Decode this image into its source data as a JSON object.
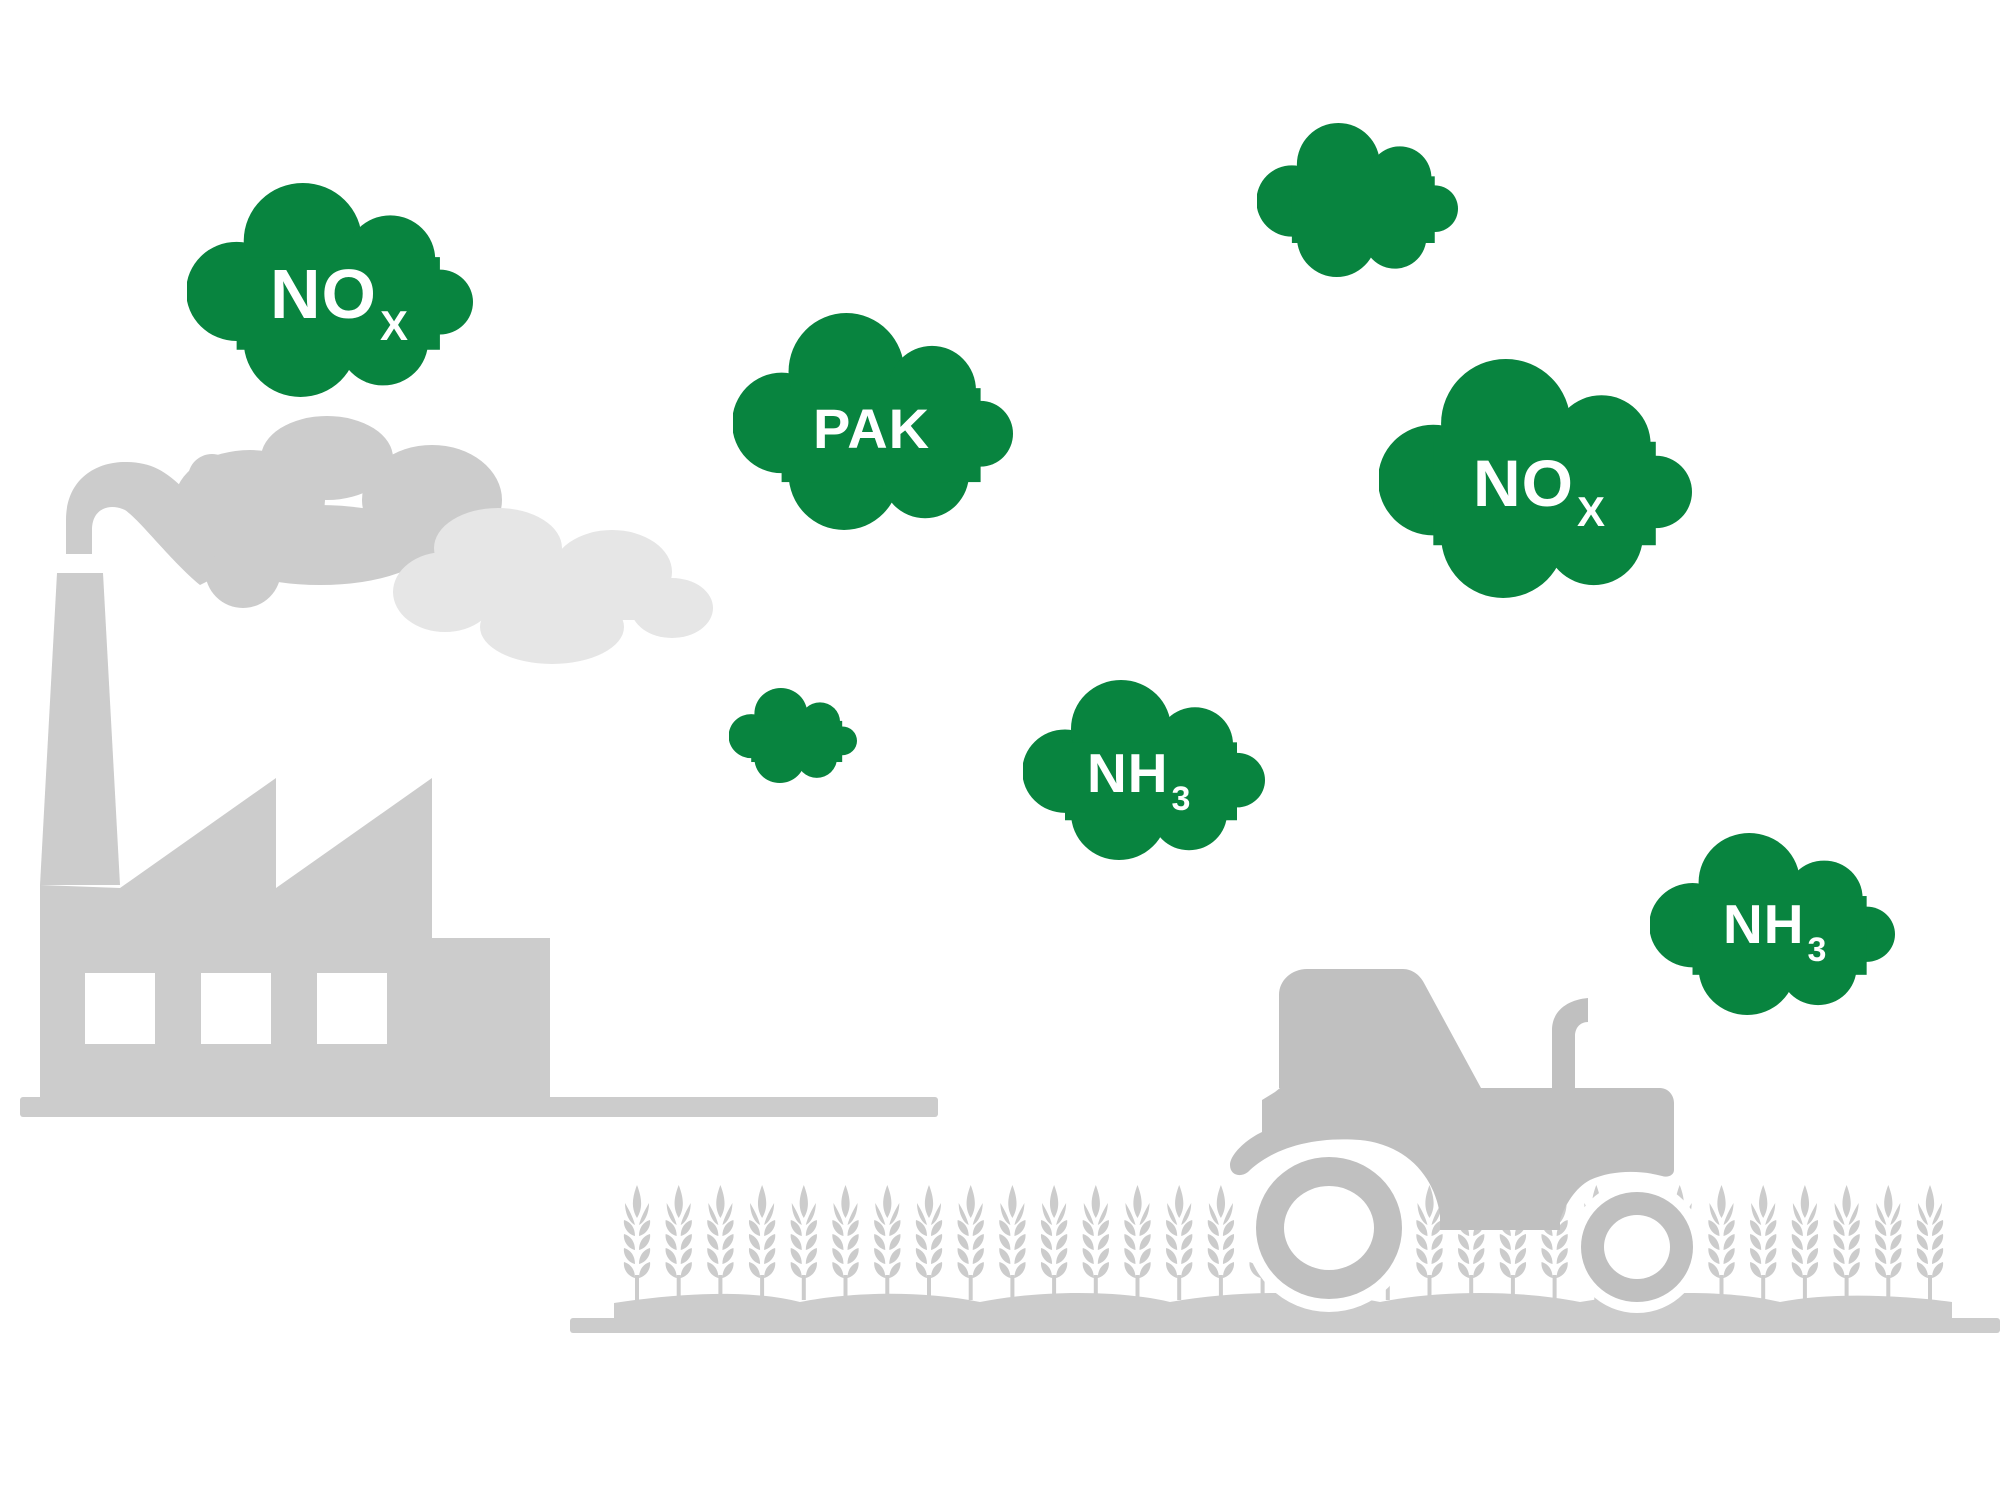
{
  "colors": {
    "cloud_green": "#08843f",
    "label_white": "#ffffff",
    "factory_gray": "#cccccc",
    "smoke_dark": "#cccccc",
    "smoke_light": "#e6e6e6",
    "tractor_gray": "#c0c0c0",
    "wheat_gray": "#cccccc",
    "background": "#ffffff"
  },
  "illustration": {
    "factory": {
      "windows": 3,
      "roof_sawteeth": 2,
      "has_chimney": true
    },
    "tractor": {
      "wheels": 2,
      "has_exhaust_pipe": true
    },
    "wheat_field": {
      "stalk_count": 32
    }
  },
  "clouds": [
    {
      "id": "nox-left",
      "label_main": "NO",
      "label_sub": "X",
      "has_label": true
    },
    {
      "id": "unlabeled-top",
      "label_main": "",
      "label_sub": "",
      "has_label": false
    },
    {
      "id": "pak",
      "label_main": "PAK",
      "label_sub": "",
      "has_label": true
    },
    {
      "id": "nox-right",
      "label_main": "NO",
      "label_sub": "X",
      "has_label": true
    },
    {
      "id": "unlabeled-small",
      "label_main": "",
      "label_sub": "",
      "has_label": false
    },
    {
      "id": "nh3-middle",
      "label_main": "NH",
      "label_sub": "3",
      "has_label": true
    },
    {
      "id": "nh3-right",
      "label_main": "NH",
      "label_sub": "3",
      "has_label": true
    }
  ]
}
